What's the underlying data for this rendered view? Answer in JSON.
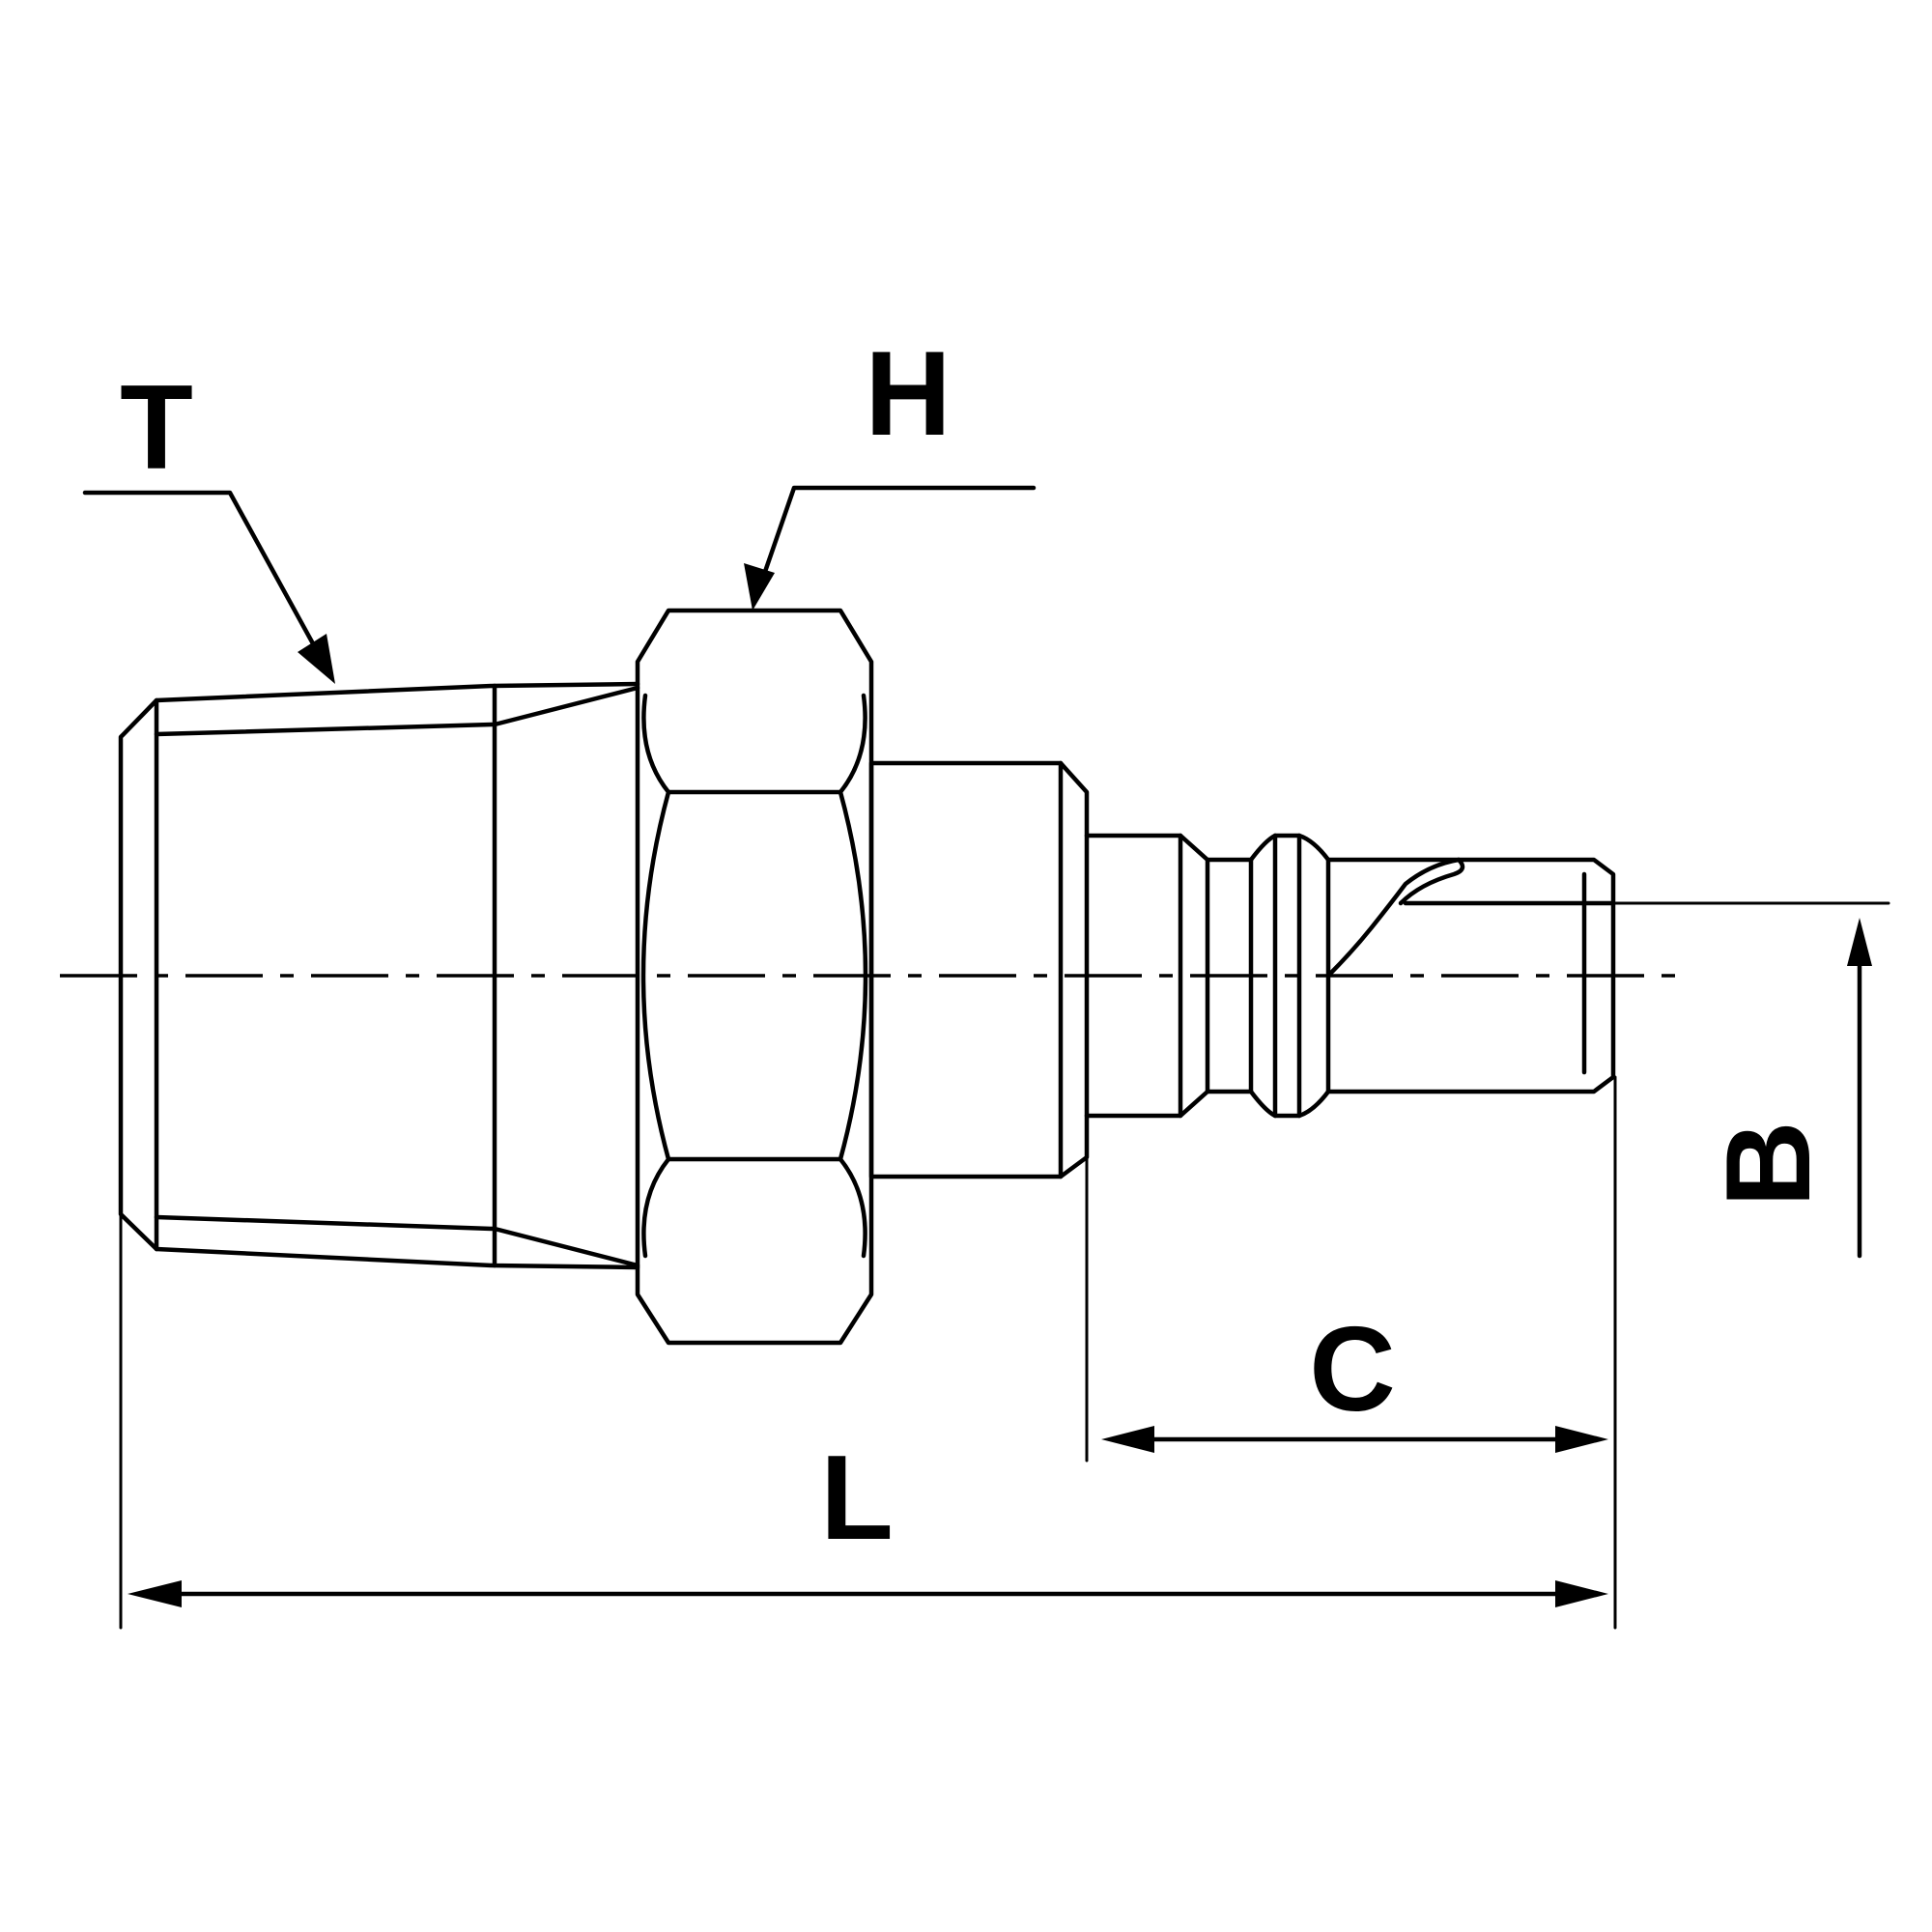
{
  "labels": {
    "t": "T",
    "h": "H",
    "b": "B",
    "c": "C",
    "l": "L"
  },
  "colors": {
    "line": "#000000",
    "background": "#ffffff"
  }
}
